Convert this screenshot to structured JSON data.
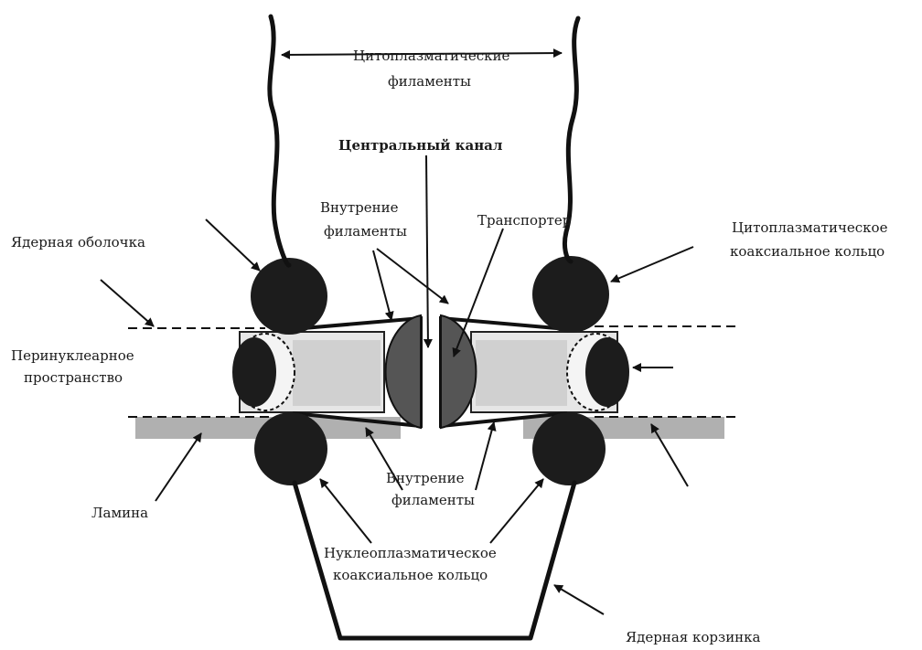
{
  "labels": {
    "cytoplasmic_filaments_line1": "Цитоплазматические",
    "cytoplasmic_filaments_line2": "филаменты",
    "central_channel": "Центральный канал",
    "inner_filaments_top_line1": "Внутрение",
    "inner_filaments_top_line2": "филаменты",
    "transporter": "Транспортер",
    "cyto_coaxial_ring_line1": "Цитоплазматическое",
    "cyto_coaxial_ring_line2": "коаксиальное кольцо",
    "nuclear_envelope": "Ядерная оболочка",
    "perinuclear_space_line1": "Перинуклеарное",
    "perinuclear_space_line2": "пространство",
    "inner_filaments_bottom_line1": "Внутрение",
    "inner_filaments_bottom_line2": "филаменты",
    "lamina": "Ламина",
    "nucleo_coaxial_ring_line1": "Нуклеоплазматическое",
    "nucleo_coaxial_ring_line2": "коаксиальное кольцо",
    "nuclear_basket": "Ядерная корзинка"
  },
  "colors": {
    "ring": "#1c1c1c",
    "lamina": "#b0b0b0",
    "spoke": "#dcdcdc",
    "transporter": "#555555",
    "line": "#111111"
  }
}
